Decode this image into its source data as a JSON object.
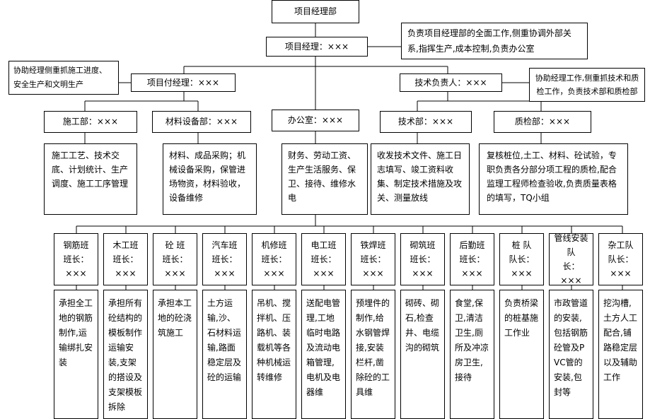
{
  "root": "项目经理部",
  "pm": {
    "label": "项目经理：×××",
    "note": "负责项目经理部的全面工作,侧重协调外部关系,指挥生产,成本控制,负责办公室"
  },
  "deputy": {
    "label": "项目付经理：×××",
    "note": "协助经理侧重抓施工进度、安全生产和文明生产"
  },
  "tech_lead": {
    "label": "技术负责人：×××",
    "note": "协助经理工作,侧重抓技术和质检工作，负责技术部和质检部"
  },
  "depts": [
    {
      "label": "施工部：×××",
      "desc": "施工工艺、技术交底、计划统计、生产调度、施工工序管理"
    },
    {
      "label": "材料设备部：×××",
      "desc": "材料、成品采购；机械设备采购，保管进场物资，材料验收，设备维修"
    },
    {
      "label": "办公室：×××",
      "desc": "财务、劳动工资、生产生活服务、保卫、接待、维修水电"
    },
    {
      "label": "技术部：×××",
      "desc": "收发技术文件、施工日志填写、竣工资料收集、制定技术措施及攻关、测量放线"
    },
    {
      "label": "质检部：×××",
      "desc": "复核桩位,土工、材料、砼试验，专职负责各分部分项工程的质检,配合监理工程师检查验收,负责质量表格的填写，TQ小组"
    }
  ],
  "teams": [
    {
      "name": "钢筋班",
      "role": "班长：",
      "x": "×××",
      "desc": "承担全工地的钢筋制作,运输绑扎安装"
    },
    {
      "name": "木工班",
      "role": "班长：",
      "x": "×××",
      "desc": "承担所有砼结构的模板制作运输安装,支架的搭设及支架模板拆除"
    },
    {
      "name": "砼 班",
      "role": "班长：",
      "x": "×××",
      "desc": "承担本工地的砼浇筑施工"
    },
    {
      "name": "汽车班",
      "role": "班长：",
      "x": "×××",
      "desc": "土方运输,沙、石材料运输,路面稳定层及砼的运输"
    },
    {
      "name": "机修班",
      "role": "班长：",
      "x": "×××",
      "desc": "吊机、搅拌机、压路机、装载机等各种机械运转维修"
    },
    {
      "name": "电工班",
      "role": "班长：",
      "x": "×××",
      "desc": "送配电管理,工地临时电路及流动电箱管理,电机及电器维"
    },
    {
      "name": "铁焊班",
      "role": "班长：",
      "x": "×××",
      "desc": "预埋件的制作,给水钢管焊接,安装栏杆,凿除砼的工具维"
    },
    {
      "name": "砌筑班",
      "role": "班长：",
      "x": "×××",
      "desc": "砌砖、砌石,检查井、电缆沟的砌筑"
    },
    {
      "name": "后勤班",
      "role": "班长：",
      "x": "×××",
      "desc": "食堂,保卫,清洁卫生,厕所及冲凉房卫生,接待"
    },
    {
      "name": "桩 队",
      "role": "队长：",
      "x": "×××",
      "desc": "负责桥梁的桩基施工作业"
    },
    {
      "name": "管线安装队",
      "role": "长：",
      "x": "×××",
      "desc": "市政管道的安装,包括钢筋砼管及PVC管的安装,包封等"
    },
    {
      "name": "杂工队",
      "role": "队长：",
      "x": "×××",
      "desc": "挖沟槽,土方人工配合,铺路稳定层以及辅助工作"
    }
  ]
}
